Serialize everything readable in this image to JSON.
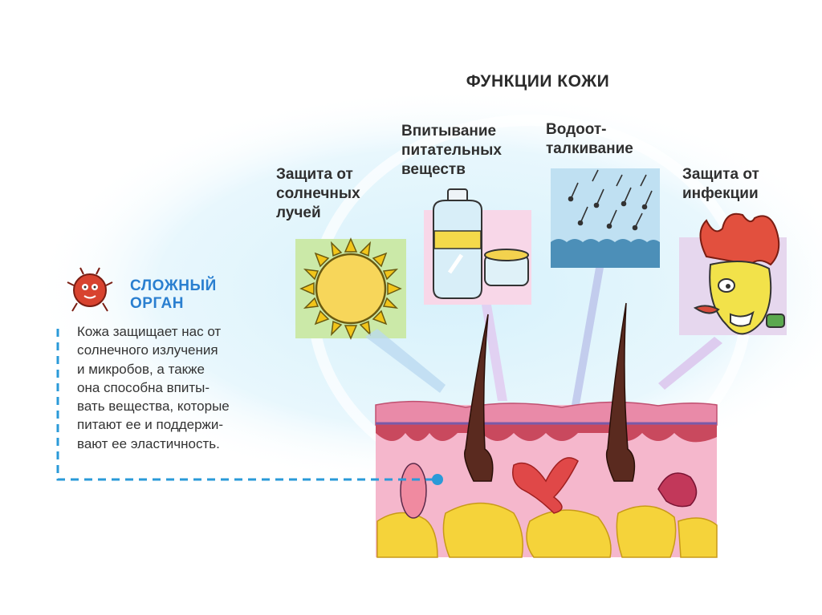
{
  "title": "ФУНКЦИИ КОЖИ",
  "functions": {
    "sun": "Защита от\nсолнечных\nлучей",
    "absorb": "Впитывание\nпитательных\nвеществ",
    "water": "Водоот-\nталкивание",
    "infection": "Защита от\nинфекции"
  },
  "sidebar": {
    "heading": "СЛОЖНЫЙ\nОРГАН",
    "text": "Кожа защищает нас от\nсолнечного излучения\nи микробов, а также\nона способна впиты-\nвать вещества, которые\nпитают ее и поддержи-\nвают ее эластичность."
  },
  "colors": {
    "accent_blue": "#2a7fd0",
    "skin_pink": "#f2b3c6",
    "fat_yellow": "#f5d33a",
    "hair_brown": "#5a2a1f",
    "dashed_blue": "#2a9ad8"
  }
}
